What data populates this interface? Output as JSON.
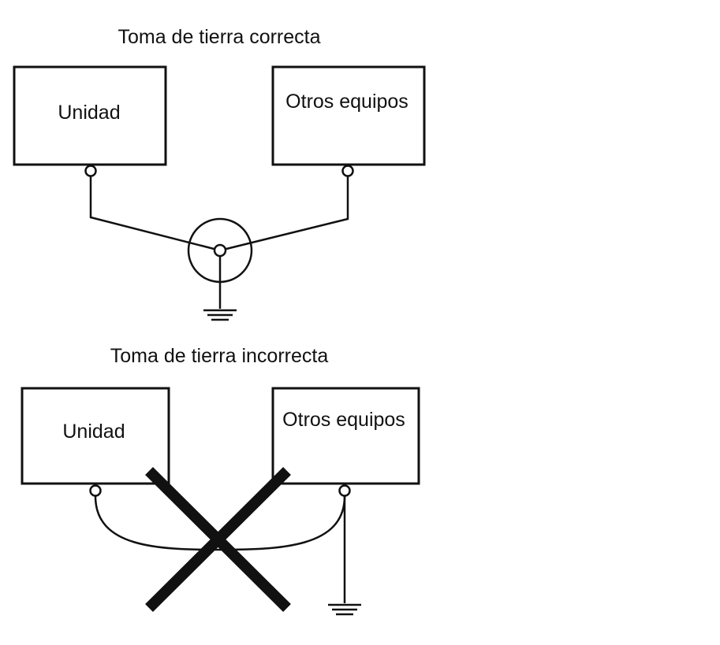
{
  "correct": {
    "title": "Toma de tierra correcta",
    "unit_label": "Unidad",
    "other_label": "Otros equipos"
  },
  "incorrect": {
    "title": "Toma de tierra incorrecta",
    "unit_label": "Unidad",
    "other_label": "Otros equipos"
  },
  "colors": {
    "line": "#111111",
    "background": "#ffffff"
  }
}
